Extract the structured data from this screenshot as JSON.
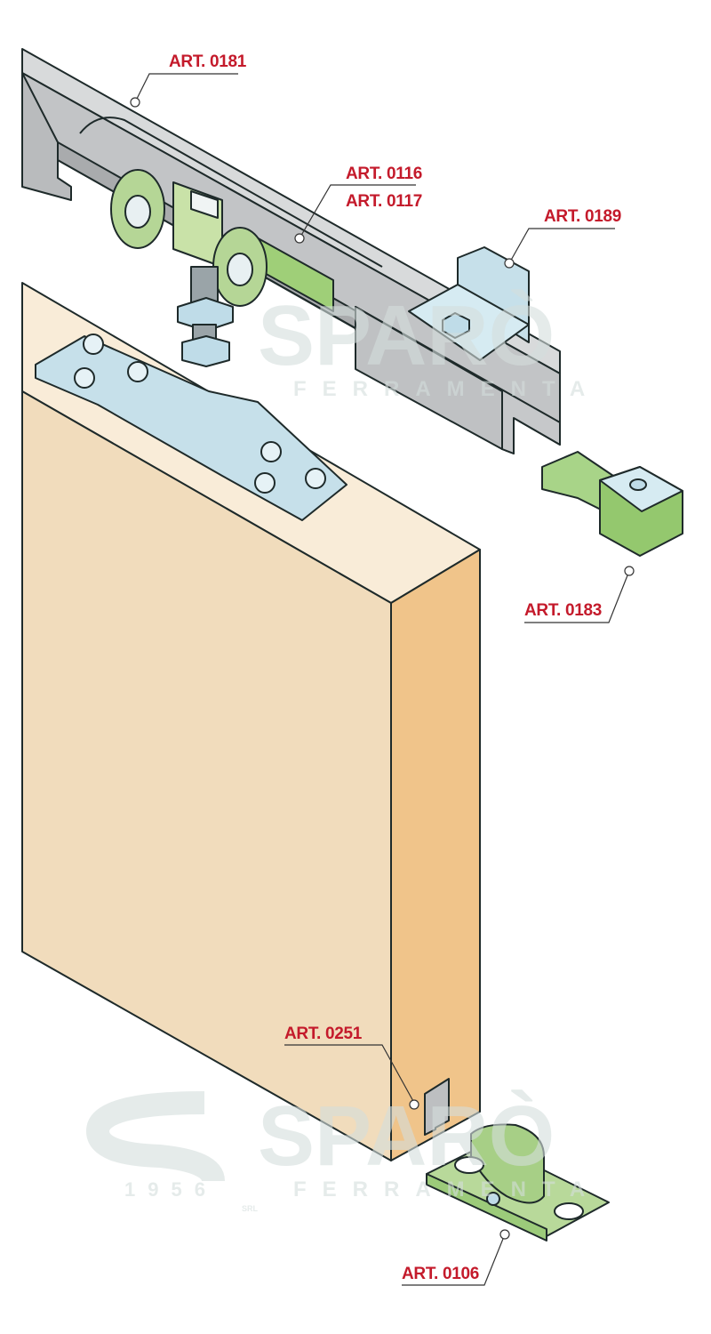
{
  "watermark": {
    "brand": "SPARÒ",
    "subtitle": "FERRAMENTA",
    "year": "1956",
    "suffix": "SRL"
  },
  "labels": {
    "rail": "ART. 0181",
    "trolley_a": "ART. 0116",
    "trolley_b": "ART. 0117",
    "bracket": "ART. 0189",
    "stopper": "ART. 0183",
    "groove": "ART. 0251",
    "floor_guide": "ART. 0106"
  },
  "colors": {
    "label": "#c41a2b",
    "wood_front": "#f1dcbc",
    "wood_side": "#f0c48a",
    "steel": "#c9cbcd",
    "zinc": "#c6e0ea",
    "green": "#b8d99a"
  }
}
